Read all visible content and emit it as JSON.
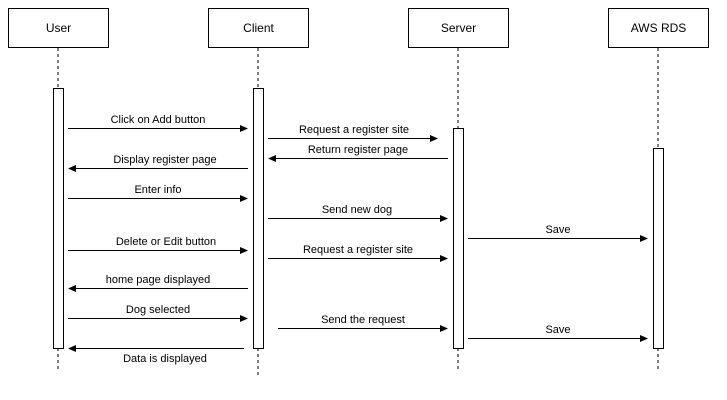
{
  "actors": [
    {
      "id": "user",
      "label": "User"
    },
    {
      "id": "client",
      "label": "Client"
    },
    {
      "id": "server",
      "label": "Server"
    },
    {
      "id": "rds",
      "label": "AWS RDS"
    }
  ],
  "messages": [
    {
      "from": "user",
      "to": "client",
      "label": "Click on Add button"
    },
    {
      "from": "client",
      "to": "server",
      "label": "Request a register site"
    },
    {
      "from": "server",
      "to": "client",
      "label": "Return register page"
    },
    {
      "from": "client",
      "to": "user",
      "label": "Display register page"
    },
    {
      "from": "user",
      "to": "client",
      "label": "Enter info"
    },
    {
      "from": "client",
      "to": "server",
      "label": "Send new dog"
    },
    {
      "from": "server",
      "to": "rds",
      "label": "Save"
    },
    {
      "from": "user",
      "to": "client",
      "label": "Delete or Edit button"
    },
    {
      "from": "client",
      "to": "server",
      "label": "Request a register site"
    },
    {
      "from": "client",
      "to": "user",
      "label": "home page displayed"
    },
    {
      "from": "user",
      "to": "client",
      "label": "Dog selected"
    },
    {
      "from": "client",
      "to": "server",
      "label": "Send the request"
    },
    {
      "from": "server",
      "to": "rds",
      "label": "Save"
    },
    {
      "from": "client",
      "to": "user",
      "label": "Data is displayed"
    }
  ]
}
